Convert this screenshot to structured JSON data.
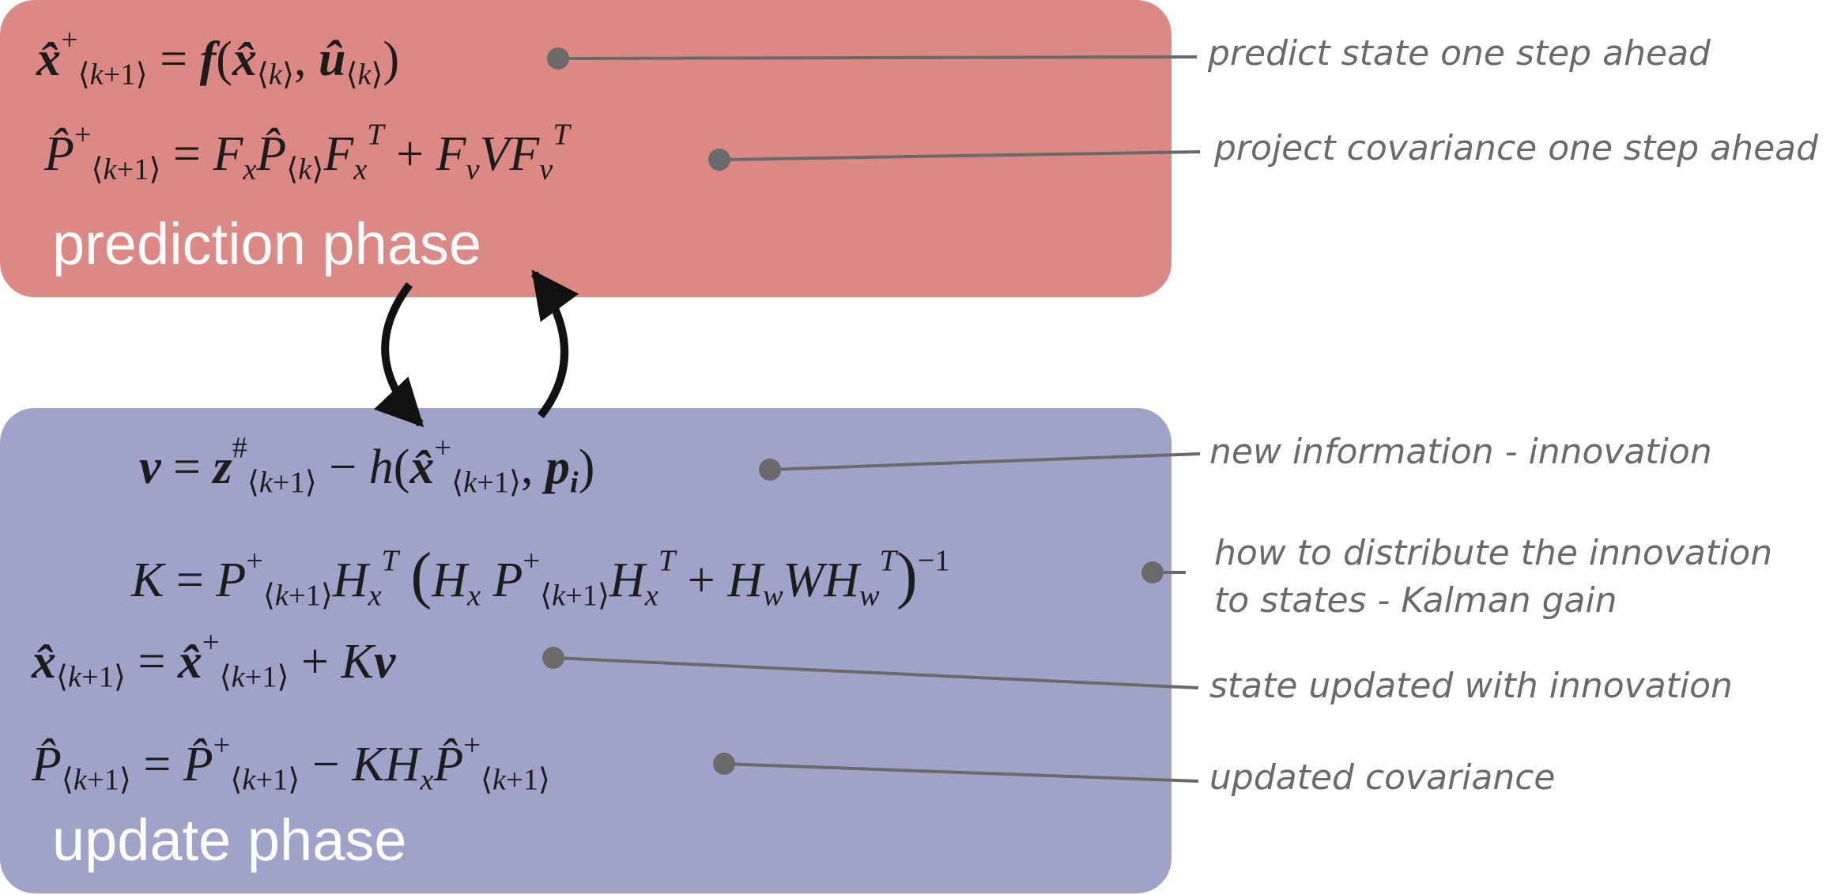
{
  "phases": {
    "prediction_label": "prediction phase",
    "update_label": "update phase"
  },
  "annotations": {
    "predict_state": "predict state one step ahead",
    "project_covariance": "project covariance one step ahead",
    "innovation": "new information - innovation",
    "kalman_gain_line1": "how to distribute the innovation",
    "kalman_gain_line2": "to states - Kalman gain",
    "state_update": "state updated with innovation",
    "covariance_update": "updated covariance"
  },
  "colors": {
    "prediction_box": "#dc8884",
    "update_box": "#a0a3c9",
    "leader_line": "#6a6a6a",
    "phase_label": "#ffffff"
  },
  "icons": {
    "cycle_arrows": "circular-arrows-icon",
    "leader_dot": "bullet-dot-icon"
  }
}
